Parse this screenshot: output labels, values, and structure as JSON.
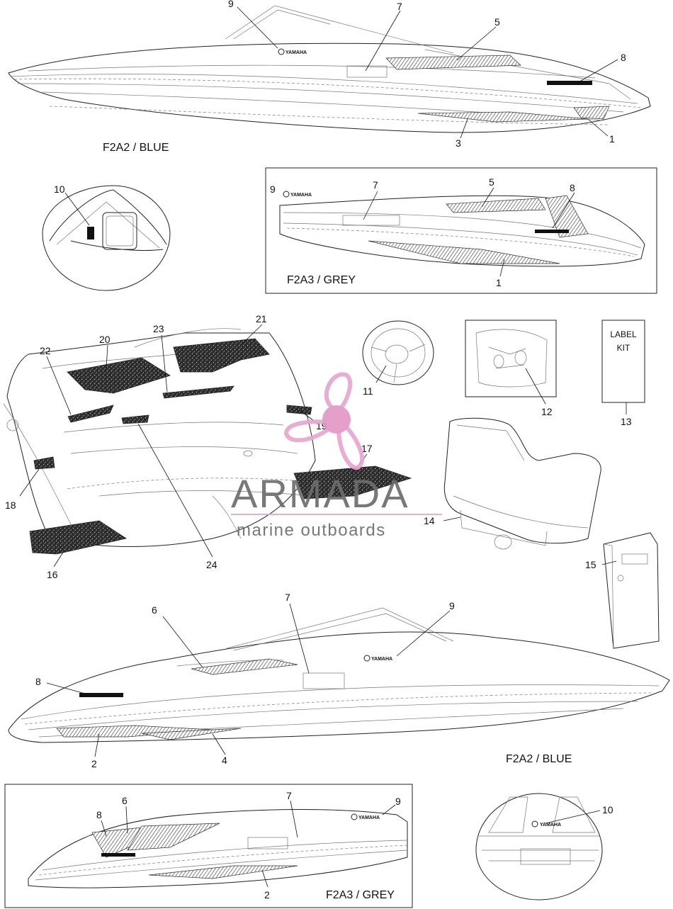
{
  "diagram": {
    "captions": {
      "top_blue": "F2A2 / BLUE",
      "inset_grey": "F2A3 / GREY",
      "bottom_blue": "F2A2 / BLUE",
      "bottom_grey": "F2A3 / GREY"
    },
    "label_kit": {
      "line1": "LABEL",
      "line2": "KIT"
    },
    "brand_mark": "YAMAHA",
    "watermark": {
      "brand": "ARMADA",
      "tagline": "marine outboards"
    },
    "callouts": {
      "c1a": "1",
      "c1b": "1",
      "c2a": "2",
      "c2b": "2",
      "c3": "3",
      "c4": "4",
      "c5a": "5",
      "c5b": "5",
      "c6a": "6",
      "c6b": "6",
      "c7a": "7",
      "c7b": "7",
      "c7c": "7",
      "c7d": "7",
      "c8a": "8",
      "c8b": "8",
      "c8c": "8",
      "c8d": "8",
      "c9a": "9",
      "c9b": "9",
      "c9c": "9",
      "c9d": "9",
      "c10a": "10",
      "c10b": "10",
      "c11": "11",
      "c12": "12",
      "c13": "13",
      "c14": "14",
      "c15": "15",
      "c16": "16",
      "c17": "17",
      "c18": "18",
      "c19": "19",
      "c20": "20",
      "c21": "21",
      "c22": "22",
      "c23": "23",
      "c24": "24"
    }
  }
}
